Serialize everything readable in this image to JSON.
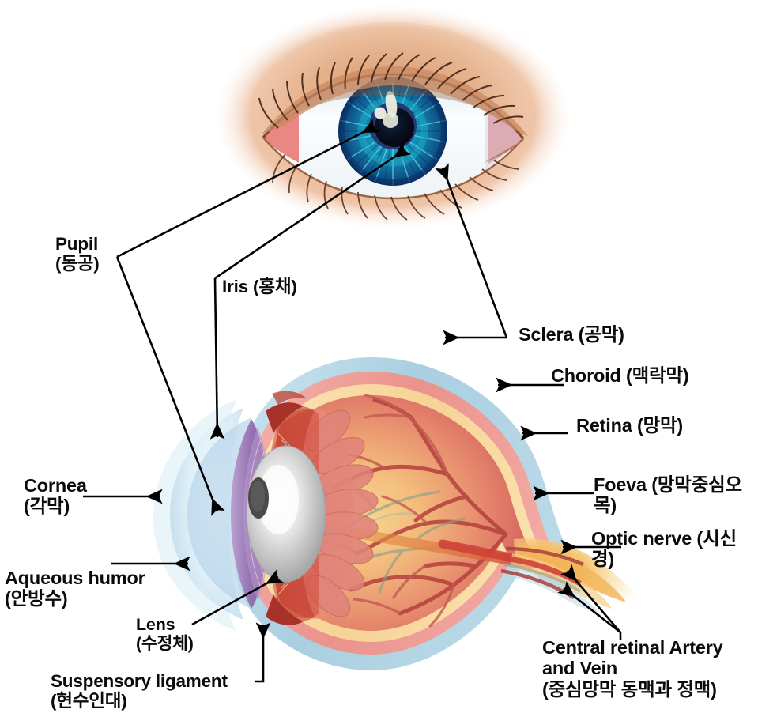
{
  "figure": {
    "type": "anatomical-diagram",
    "subject": "Human eye anatomy",
    "background_color": "#ffffff",
    "text_color": "#0b0b0b",
    "panels": [
      {
        "name": "frontal-eye-photo",
        "description": "Front view of an eye with skin, eyelashes, teal-blue iris and dark pupil"
      },
      {
        "name": "eyeball-cross-section",
        "description": "Sagittal cross-section of the eyeball"
      }
    ]
  },
  "labels": {
    "pupil": {
      "en": "Pupil",
      "ko": "(동공)"
    },
    "iris": {
      "en": "Iris (홍채)",
      "ko": ""
    },
    "sclera": {
      "en": "Sclera (공막)",
      "ko": ""
    },
    "choroid": {
      "en": "Choroid (맥락막)",
      "ko": ""
    },
    "retina": {
      "en": "Retina (망막)",
      "ko": ""
    },
    "foeva": {
      "en": "Foeva (망막중심오목)",
      "ko": ""
    },
    "optic_nerve": {
      "en": "Optic nerve (시신경)",
      "ko": ""
    },
    "cornea": {
      "en": "Cornea",
      "ko": "(각막)"
    },
    "aqueous": {
      "en": "Aqueous humor",
      "ko": "(안방수)"
    },
    "lens": {
      "en": "Lens",
      "ko": "(수정체)"
    },
    "suspensory": {
      "en": "Suspensory ligament",
      "ko": "(현수인대)"
    },
    "central_vessels": {
      "en": "Central retinal Artery\nand Vein",
      "ko": "(중심망막 동맥과 정맥)"
    }
  },
  "colors": {
    "skin_light": "#f0c3a6",
    "skin_mid": "#dda077",
    "skin_dark": "#c17f58",
    "lash": "#5c3520",
    "sclera_white": "#f4f8fa",
    "iris_teal": "#18a7bd",
    "iris_deep": "#0e6f96",
    "iris_dark": "#15497a",
    "pupil_black": "#0a0f1c",
    "catchlight": "#f2f0e4",
    "sclera_blue": "#bcd9e8",
    "choroid_pink": "#f0a9a4",
    "retina_cream": "#f7dca6",
    "vitreous_red": "#d9625f",
    "vitreous_orange": "#f0a66f",
    "vitreous_yellow": "#f5cf82",
    "vessel_red": "#b4403c",
    "vessel_grey": "#93a48f",
    "ciliary_red": "#e0756a",
    "ciliary_edge": "#c93b2c",
    "lens_grey": "#bdbdbd",
    "lens_light": "#ffffff",
    "iris_purple": "#9b7ab8",
    "cornea_blue": "#cfe6f2",
    "optic_orange": "#f0ab48",
    "arrow_black": "#000000"
  }
}
